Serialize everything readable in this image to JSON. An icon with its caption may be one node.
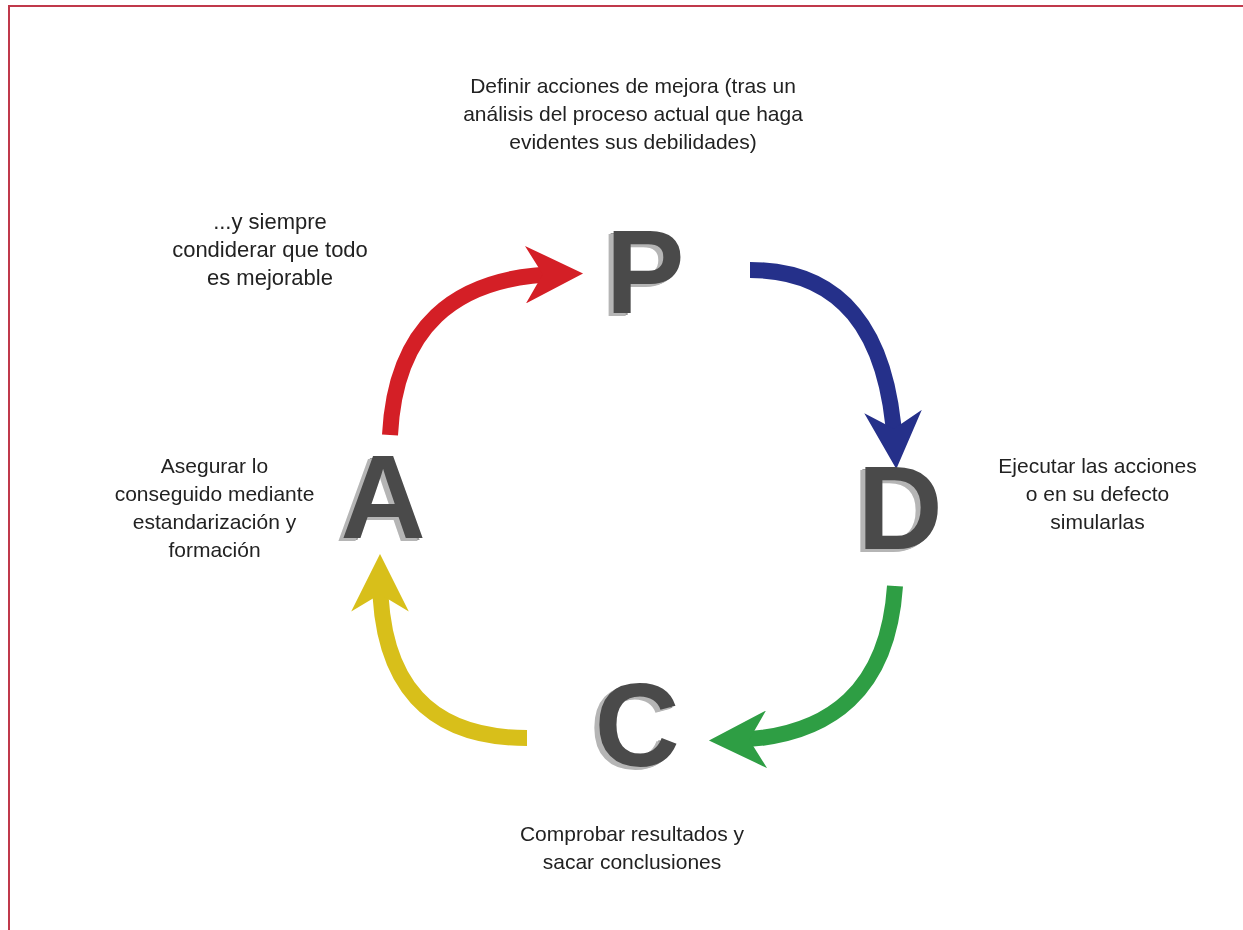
{
  "diagram": {
    "nodes": [
      {
        "text": [
          "P"
        ],
        "beside": [
          "Definir acciones de mejora (tras un análisis del proceso actual que haga evidentes sus debilidades)"
        ]
      },
      {
        "text": [
          "D"
        ],
        "beside": [
          "Ejecutar las acciones o en su defecto simularlas"
        ]
      },
      {
        "text": [
          "C"
        ],
        "beside": [
          "Comprobar resultados y sacar conclusiones"
        ]
      },
      {
        "text": [
          "A"
        ],
        "beside": [
          "Asegurar lo conseguido mediante estandarización y formación"
        ]
      }
    ],
    "edges": [
      {
        "from": 0,
        "to": 1,
        "arrow": "to",
        "color": "#25308a"
      },
      {
        "from": 1,
        "to": 2,
        "arrow": "to",
        "color": "#2e9e44"
      },
      {
        "from": 2,
        "to": 3,
        "arrow": "to",
        "color": "#d8bf1a"
      },
      {
        "from": 3,
        "to": 0,
        "arrow": "to",
        "color": "#d41f26"
      }
    ],
    "labels": [
      "...y siempre condiderar que todo es mejorable"
    ]
  }
}
